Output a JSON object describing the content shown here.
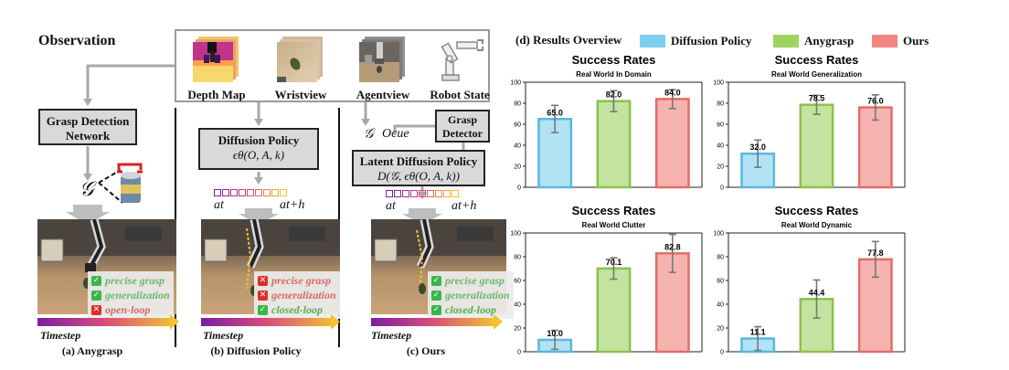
{
  "observation": {
    "title": "Observation",
    "items": [
      {
        "label": "Depth Map",
        "icon": "depth-map-image"
      },
      {
        "label": "Wristview",
        "icon": "wristview-image"
      },
      {
        "label": "Agentview",
        "icon": "agentview-image"
      },
      {
        "label": "Robot State",
        "icon": "robot-arm-icon"
      }
    ]
  },
  "panel_a": {
    "module_label": "Grasp Detection Network",
    "module_line1": "Grasp Detection",
    "module_line2": "Network",
    "symbol": "𝒢",
    "status": [
      {
        "text": "precise grasp",
        "ok": true
      },
      {
        "text": "generalization",
        "ok": true
      },
      {
        "text": "open-loop",
        "ok": false
      }
    ],
    "timestep": "Timestep",
    "caption": "(a) Anygrasp"
  },
  "panel_b": {
    "module_line1": "Diffusion Policy",
    "module_line2": "ϵθ(O, A, k)",
    "a_t": "at",
    "a_th": "at+h",
    "status": [
      {
        "text": "precise grasp",
        "ok": false
      },
      {
        "text": "generalization",
        "ok": false
      },
      {
        "text": "closed-loop",
        "ok": true
      }
    ],
    "timestep": "Timestep",
    "caption": "(b) Diffusion Policy"
  },
  "panel_c": {
    "detector_line1": "Grasp",
    "detector_line2": "Detector",
    "symbol_g": "𝒢",
    "symbol_o": "Ocue",
    "module_line1": "Latent Diffusion Policy",
    "module_line2": "D(𝒢, ϵθ(O, A, k))",
    "a_t": "at",
    "a_th": "at+h",
    "status": [
      {
        "text": "precise grasp",
        "ok": true
      },
      {
        "text": "generalization",
        "ok": true
      },
      {
        "text": "closed-loop",
        "ok": true
      }
    ],
    "timestep": "Timestep",
    "caption": "(c) Ours"
  },
  "results": {
    "title": "(d) Results Overview",
    "legend": [
      {
        "label": "Diffusion Policy",
        "color": "#7ecfef"
      },
      {
        "label": "Anygrasp",
        "color": "#9fd35f"
      },
      {
        "label": "Ours",
        "color": "#f28580"
      }
    ]
  },
  "colors": {
    "dp_fill": "#b3e2f4",
    "dp_edge": "#5ab8dc",
    "ag_fill": "#c4e3a0",
    "ag_edge": "#8bc34a",
    "ours_fill": "#f5b4b0",
    "ours_edge": "#e56c66"
  },
  "chart_data": [
    {
      "type": "bar",
      "title": "Success Rates",
      "subtitle": "Real World In Domain",
      "categories": [
        "Diffusion Policy",
        "Anygrasp",
        "Ours"
      ],
      "values": [
        65.0,
        82.0,
        84.0
      ],
      "labels": [
        "65.0",
        "82.0",
        "84.0"
      ],
      "errors": [
        13,
        10,
        9
      ],
      "ylim": [
        0,
        100
      ],
      "yticks": [
        "0",
        "20",
        "40",
        "60",
        "80",
        "100"
      ]
    },
    {
      "type": "bar",
      "title": "Success Rates",
      "subtitle": "Real World Generalization",
      "categories": [
        "Diffusion Policy",
        "Anygrasp",
        "Ours"
      ],
      "values": [
        32.0,
        78.5,
        76.0
      ],
      "labels": [
        "32.0",
        "78.5",
        "76.0"
      ],
      "errors": [
        13,
        9,
        12
      ],
      "ylim": [
        0,
        100
      ],
      "yticks": [
        "0",
        "20",
        "40",
        "60",
        "80",
        "100"
      ]
    },
    {
      "type": "bar",
      "title": "Success Rates",
      "subtitle": "Real World Clutter",
      "categories": [
        "Diffusion Policy",
        "Anygrasp",
        "Ours"
      ],
      "values": [
        10.0,
        70.1,
        82.8
      ],
      "labels": [
        "10.0",
        "70.1",
        "82.8"
      ],
      "errors": [
        8,
        9,
        16
      ],
      "ylim": [
        0,
        100
      ],
      "yticks": [
        "0",
        "20",
        "40",
        "60",
        "80",
        "100"
      ]
    },
    {
      "type": "bar",
      "title": "Success Rates",
      "subtitle": "Real World Dynamic",
      "categories": [
        "Diffusion Policy",
        "Anygrasp",
        "Ours"
      ],
      "values": [
        11.1,
        44.4,
        77.8
      ],
      "labels": [
        "11.1",
        "44.4",
        "77.8"
      ],
      "errors": [
        10,
        16,
        15
      ],
      "ylim": [
        0,
        100
      ],
      "yticks": [
        "0",
        "20",
        "40",
        "60",
        "80",
        "100"
      ]
    }
  ]
}
